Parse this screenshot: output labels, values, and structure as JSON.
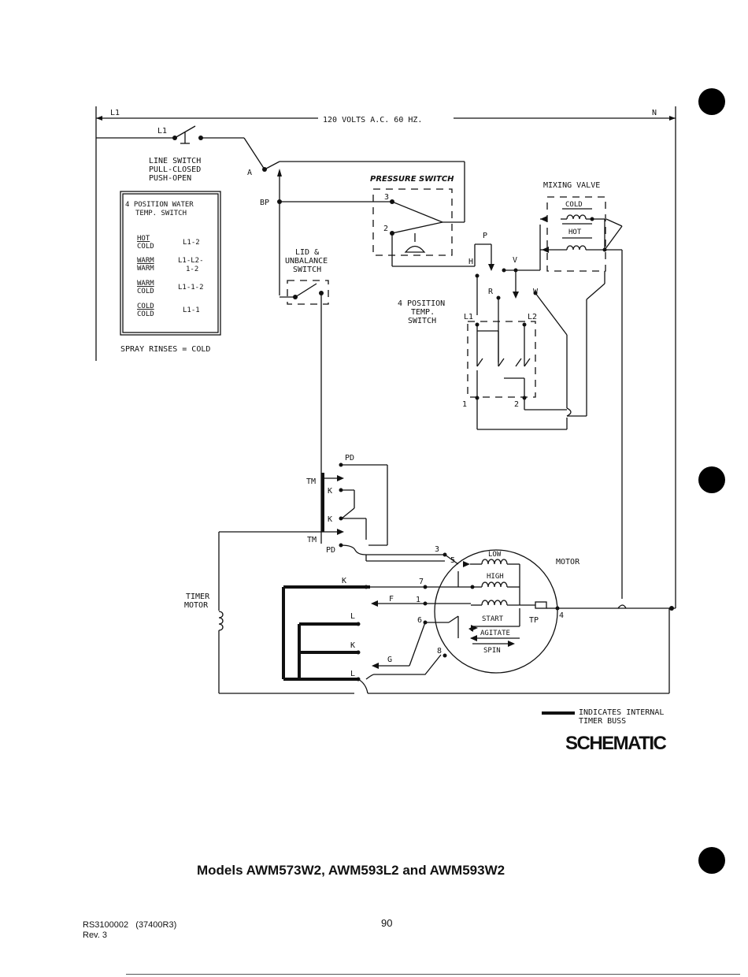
{
  "diagram": {
    "supply": {
      "left_label": "L1",
      "center_label": "120 VOLTS A.C. 60 HZ.",
      "right_label": "N"
    },
    "line_switch": {
      "terminal": "L1",
      "lines": [
        "LINE SWITCH",
        "PULL-CLOSED",
        "PUSH-OPEN"
      ],
      "node": "A"
    },
    "pressure_switch": {
      "label": "PRESSURE SWITCH",
      "terminals": [
        "3",
        "2"
      ],
      "node": "BP"
    },
    "lid_switch": {
      "lines": [
        "LID &",
        "UNBALANCE",
        "SWITCH"
      ]
    },
    "mixing_valve": {
      "label": "MIXING VALVE",
      "cold": "COLD",
      "hot": "HOT"
    },
    "temp_switch": {
      "lines": [
        "4 POSITION",
        "TEMP.",
        "SWITCH"
      ],
      "terminals": [
        "P",
        "H",
        "V",
        "R",
        "W",
        "L1",
        "L2",
        "1",
        "2"
      ]
    },
    "water_table": {
      "heading": [
        "4 POSITION WATER",
        "TEMP. SWITCH"
      ],
      "rows": [
        {
          "wash": "HOT",
          "rinse": "COLD",
          "contacts": [
            "L1-2"
          ]
        },
        {
          "wash": "WARM",
          "rinse": "WARM",
          "contacts": [
            "L1-L2-",
            "1-2"
          ]
        },
        {
          "wash": "WARM",
          "rinse": "COLD",
          "contacts": [
            "L1-1-2"
          ]
        },
        {
          "wash": "COLD",
          "rinse": "COLD",
          "contacts": [
            "L1-1"
          ]
        }
      ],
      "note": "SPRAY RINSES = COLD"
    },
    "timer": {
      "terminals": [
        "PD",
        "TM",
        "K",
        "K",
        "TM",
        "PD",
        "K",
        "F",
        "L",
        "K",
        "G",
        "L"
      ],
      "motor_lines": [
        "TIMER",
        "MOTOR"
      ]
    },
    "motor": {
      "label": "MOTOR",
      "windings": [
        "LOW",
        "HIGH",
        "START"
      ],
      "directions": [
        "AGITATE",
        "SPIN"
      ],
      "protector": "TP",
      "terminals": [
        "3",
        "5",
        "7",
        "1",
        "6",
        "8",
        "4"
      ]
    },
    "legend": {
      "lines": [
        "INDICATES INTERNAL",
        "TIMER BUSS"
      ]
    }
  },
  "title": "SCHEMATIC",
  "models": "Models AWM573W2, AWM593L2 and AWM593W2",
  "footer": {
    "doc": "RS3100002",
    "code": "(37400R3)",
    "rev": "Rev. 3",
    "page": "90"
  }
}
